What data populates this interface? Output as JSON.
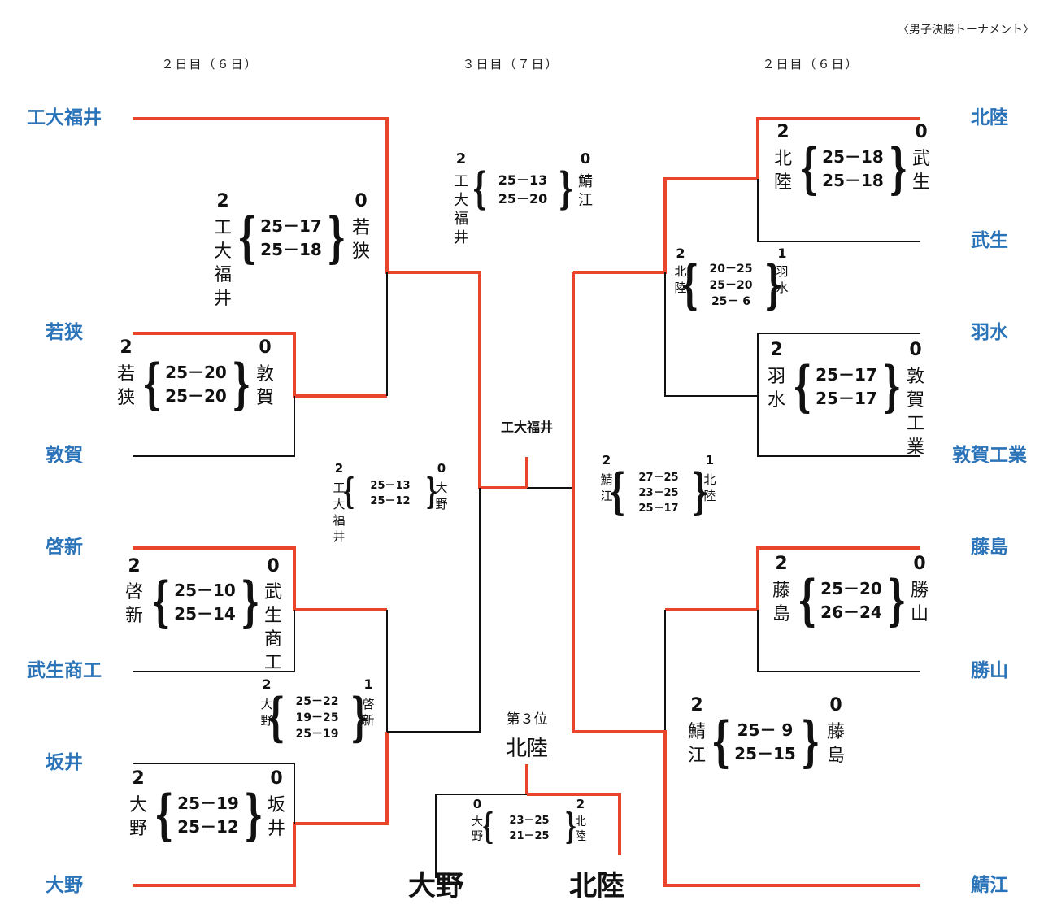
{
  "title": "〈男子決勝トーナメント〉",
  "days": {
    "left": "２日目（６日）",
    "center": "３日目（７日）",
    "right": "２日目（６日）"
  },
  "teams_left": [
    "工大福井",
    "若狭",
    "敦賀",
    "啓新",
    "武生商工",
    "坂井",
    "大野"
  ],
  "teams_right": [
    "北陸",
    "武生",
    "羽水",
    "敦賀工業",
    "藤島",
    "勝山",
    "鯖江"
  ],
  "champion": "工大福井",
  "third_place": {
    "label": "第３位",
    "team": "北陸"
  },
  "playoff_names": {
    "left": "大野",
    "right": "北陸"
  },
  "matches": [
    {
      "id": "r1-l1",
      "left_wins": "2",
      "right_wins": "0",
      "left_team": "若狭",
      "right_team": "敦賀",
      "sets": [
        "25－20",
        "25－20"
      ]
    },
    {
      "id": "r1-l2",
      "left_wins": "2",
      "right_wins": "0",
      "left_team": "啓新",
      "right_team": "武生商工",
      "sets": [
        "25－10",
        "25－14"
      ]
    },
    {
      "id": "r1-l3",
      "left_wins": "2",
      "right_wins": "0",
      "left_team": "大野",
      "right_team": "坂井",
      "sets": [
        "25－19",
        "25－12"
      ]
    },
    {
      "id": "r1-r1",
      "left_wins": "2",
      "right_wins": "0",
      "left_team": "北陸",
      "right_team": "武生",
      "sets": [
        "25－18",
        "25－18"
      ]
    },
    {
      "id": "r1-r2",
      "left_wins": "2",
      "right_wins": "0",
      "left_team": "羽水",
      "right_team": "敦賀工業",
      "sets": [
        "25－17",
        "25－17"
      ]
    },
    {
      "id": "r1-r3",
      "left_wins": "2",
      "right_wins": "0",
      "left_team": "藤島",
      "right_team": "勝山",
      "sets": [
        "25－20",
        "26－24"
      ]
    },
    {
      "id": "r2-l1",
      "left_wins": "2",
      "right_wins": "0",
      "left_team": "工大福井",
      "right_team": "若狭",
      "sets": [
        "25－17",
        "25－18"
      ]
    },
    {
      "id": "r2-l2",
      "left_wins": "2",
      "right_wins": "1",
      "left_team": "大野",
      "right_team": "啓新",
      "sets": [
        "25－22",
        "19－25",
        "25－19"
      ]
    },
    {
      "id": "r2-r1",
      "left_wins": "2",
      "right_wins": "1",
      "left_team": "北陸",
      "right_team": "羽水",
      "sets": [
        "20－25",
        "25－20",
        "25－ 6"
      ]
    },
    {
      "id": "r2-r2",
      "left_wins": "2",
      "right_wins": "0",
      "left_team": "鯖江",
      "right_team": "藤島",
      "sets": [
        "25－ 9",
        "25－15"
      ]
    },
    {
      "id": "sf-l",
      "left_wins": "2",
      "right_wins": "0",
      "left_team": "工大福井",
      "right_team": "大野",
      "sets": [
        "25－13",
        "25－12"
      ]
    },
    {
      "id": "sf-r",
      "left_wins": "2",
      "right_wins": "1",
      "left_team": "鯖江",
      "right_team": "北陸",
      "sets": [
        "27－25",
        "23－25",
        "25－17"
      ]
    },
    {
      "id": "final",
      "left_wins": "2",
      "right_wins": "0",
      "left_team": "工大福井",
      "right_team": "鯖江",
      "sets": [
        "25－13",
        "25－20"
      ]
    },
    {
      "id": "third",
      "left_wins": "0",
      "right_wins": "2",
      "left_team": "大野",
      "right_team": "北陸",
      "sets": [
        "23－25",
        "21－25"
      ]
    }
  ],
  "colors": {
    "winner_line": "#e8452c",
    "loser_line": "#111111",
    "team_name": "#2a73b8"
  }
}
